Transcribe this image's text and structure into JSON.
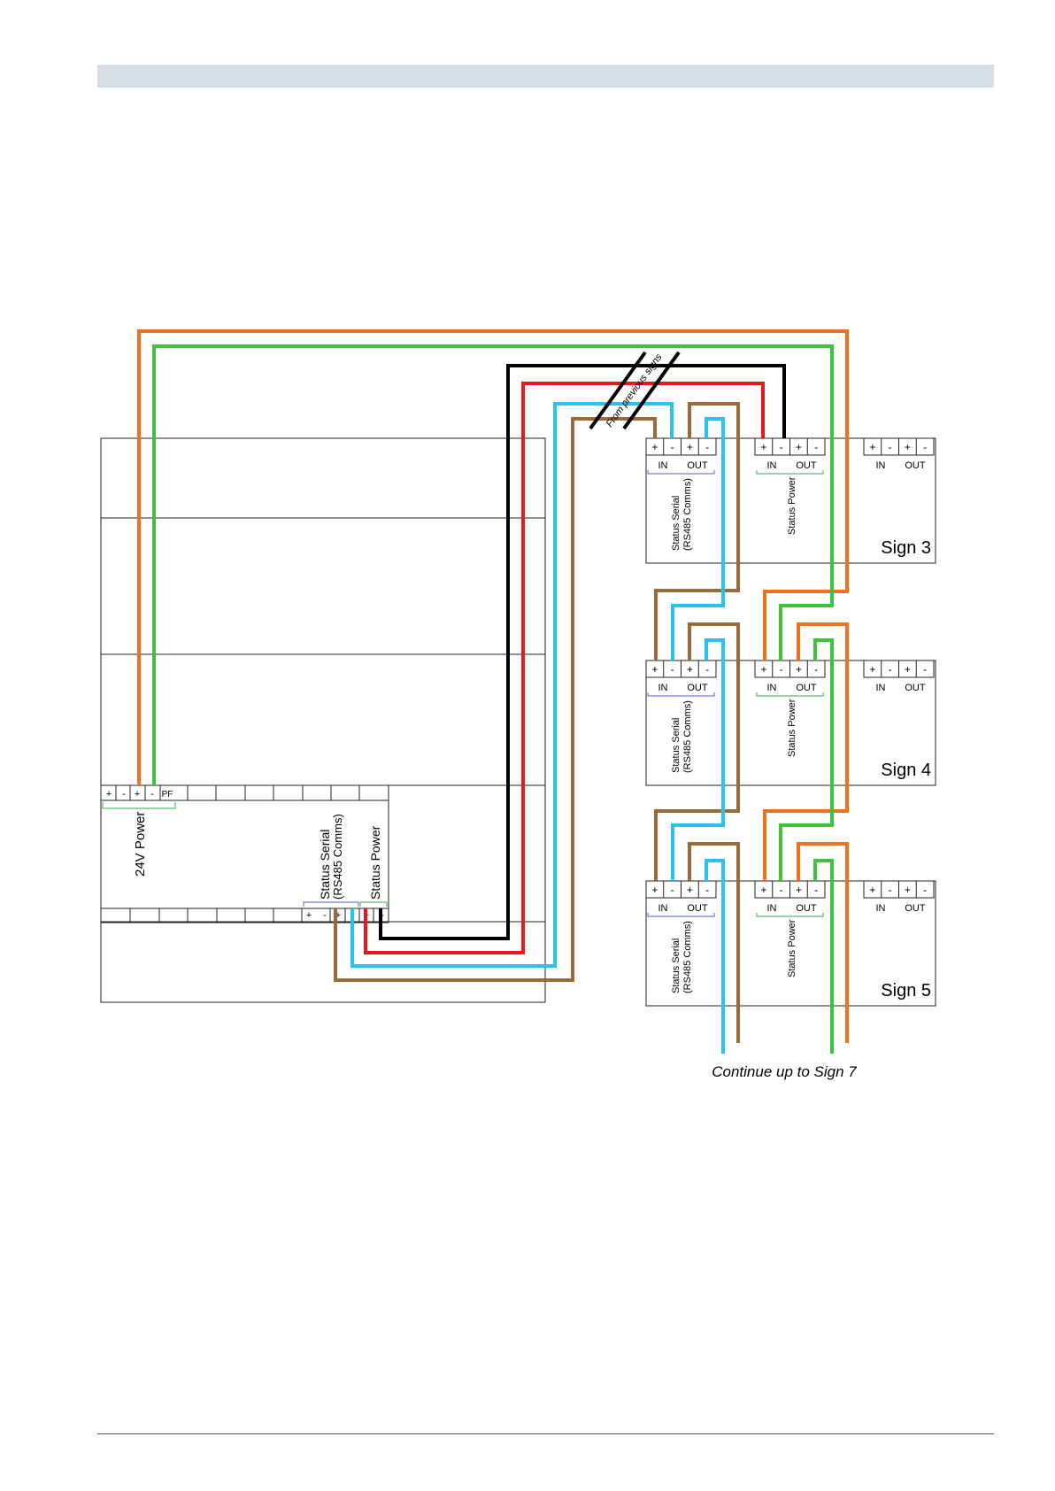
{
  "colors": {
    "orange": "#f07020",
    "green": "#3dc43a",
    "black": "#000000",
    "red": "#e8181c",
    "cyan": "#26c3ee",
    "brown": "#9a6b3a",
    "serial_bracket": "#5a5ae0",
    "power_bracket": "#3aaa55",
    "header_bar": "#d6dde3"
  },
  "controller": {
    "power_terminals": [
      "+",
      "-",
      "+",
      "-",
      "PF"
    ],
    "power_label": "24V Power",
    "bottom_terminals": [
      "+",
      "-",
      "+",
      "-",
      "+",
      "-"
    ],
    "status_serial_label": "Status Serial",
    "status_serial_sub": "(RS485 Comms)",
    "status_power_label": "Status Power"
  },
  "cable_break_label": "From previous signs",
  "signs": [
    {
      "name": "Sign 3"
    },
    {
      "name": "Sign 4"
    },
    {
      "name": "Sign 5"
    }
  ],
  "sign_template": {
    "terminals": [
      "+",
      "-",
      "+",
      "-"
    ],
    "in_label": "IN",
    "out_label": "OUT",
    "serial_label": "Status Serial",
    "serial_sub": "(RS485 Comms)",
    "power_label": "Status Power"
  },
  "footer_note": "Continue up to Sign 7"
}
